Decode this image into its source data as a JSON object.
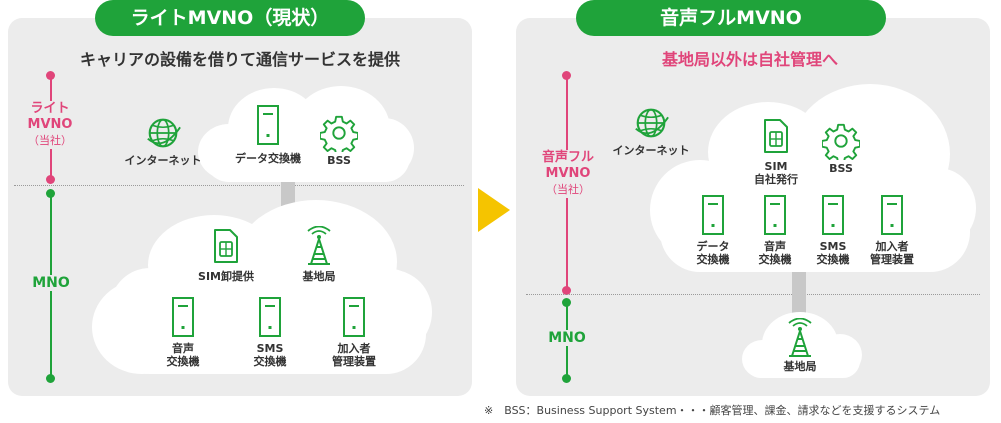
{
  "left": {
    "title": "ライトMVNO（現状）",
    "subtitle": "キャリアの設備を借りて通信サービスを提供",
    "axis_top_lines": [
      "ライト",
      "MVNO"
    ],
    "axis_top_sub": "（当社）",
    "axis_bottom": "MNO",
    "upper": {
      "internet": "インターネット",
      "data_switch": "データ交換機",
      "bss": "BSS"
    },
    "lower": {
      "sim": "SIM卸提供",
      "base_station": "基地局",
      "voice_switch": [
        "音声",
        "交換機"
      ],
      "sms_switch": [
        "SMS",
        "交換機"
      ],
      "subscriber": [
        "加入者",
        "管理装置"
      ]
    }
  },
  "right": {
    "title": "音声フルMVNO",
    "subtitle": "基地局以外は自社管理へ",
    "axis_top_lines": [
      "音声フル",
      "MVNO"
    ],
    "axis_top_sub": "（当社）",
    "axis_bottom": "MNO",
    "upper": {
      "internet": "インターネット",
      "sim": [
        "SIM",
        "自社発行"
      ],
      "bss": "BSS",
      "data_switch": [
        "データ",
        "交換機"
      ],
      "voice_switch": [
        "音声",
        "交換機"
      ],
      "sms_switch": [
        "SMS",
        "交換機"
      ],
      "subscriber": [
        "加入者",
        "管理装置"
      ]
    },
    "lower": {
      "base_station": "基地局"
    }
  },
  "note": "※　BSS：Business Support System・・・顧客管理、課金、請求などを支援するシステム",
  "colors": {
    "green": "#1fa33a",
    "pink": "#e0457a",
    "panel": "#ececec",
    "arrow": "#f5c400",
    "line": "#c8c8c8"
  },
  "icons": [
    "globe-icon",
    "server-icon",
    "gear-icon",
    "sim-card-icon",
    "antenna-tower-icon",
    "arrow-right-icon"
  ]
}
